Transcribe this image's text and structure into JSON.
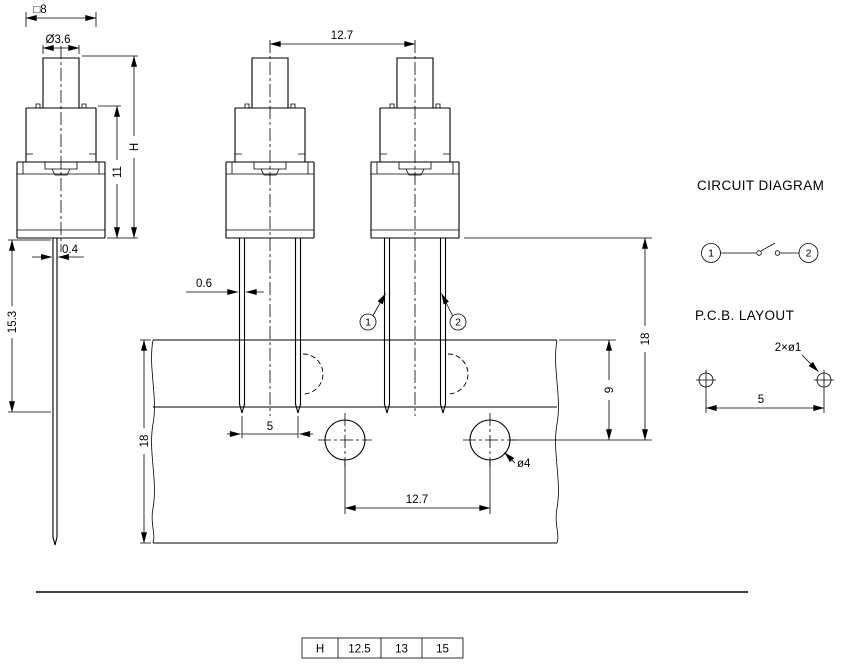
{
  "drawing": {
    "side_view": {
      "dim_body_square": "□8",
      "dim_plunger_dia": "Ø3.6",
      "dim_total_height": "H",
      "dim_body_height": "11",
      "dim_pin_thickness": "0.4",
      "dim_pin_length": "15.3"
    },
    "front_view": {
      "dim_switch_pitch": "12.7",
      "dim_pin_width": "0.6",
      "terminal_1": "1",
      "terminal_2": "2",
      "dim_pin_pitch": "5",
      "dim_hole_dia": "ø4",
      "dim_hole_pitch": "12.7",
      "dim_seating_to_hole": "18",
      "dim_pcb_top_to_hole": "9",
      "dim_pcb_depth": "18"
    },
    "circuit_diagram": {
      "title": "CIRCUIT DIAGRAM",
      "terminal_1": "1",
      "terminal_2": "2"
    },
    "pcb_layout": {
      "title": "P.C.B. LAYOUT",
      "holes_label": "2×ø1",
      "dim_hole_pitch": "5"
    },
    "height_table": {
      "header": "H",
      "values": [
        "12.5",
        "13",
        "15"
      ]
    }
  }
}
